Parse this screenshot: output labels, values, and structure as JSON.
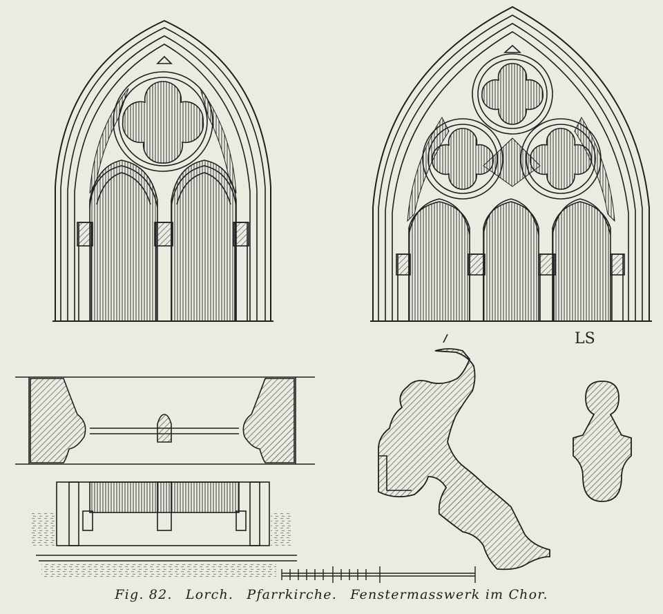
{
  "caption": {
    "figure": "Fig. 82.",
    "place": "Lorch.",
    "building": "Pfarrkirche.",
    "subject": "Fenstermasswerk im Chor."
  },
  "monogram": "LS",
  "colors": {
    "paper": "#ecebe1",
    "ink": "#1e1e1e"
  }
}
